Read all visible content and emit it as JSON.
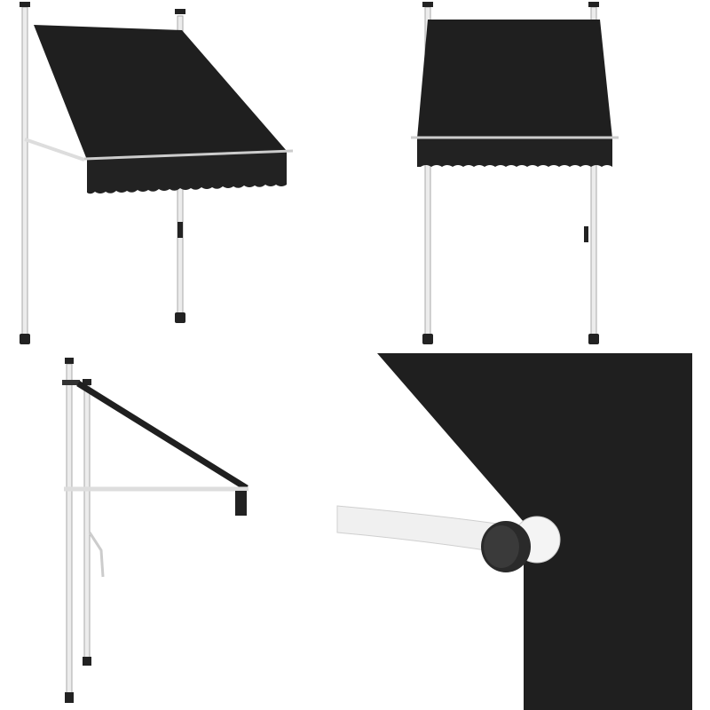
{
  "gallery": {
    "panels": [
      {
        "view": "angled-front"
      },
      {
        "view": "front"
      },
      {
        "view": "side"
      },
      {
        "view": "detail-crank-end"
      }
    ]
  },
  "colors": {
    "fabric": "#1f1f1f",
    "pole": "#e8e8e8",
    "pole_outline": "#b5b5b5",
    "foot": "#222222",
    "background": "#ffffff"
  }
}
